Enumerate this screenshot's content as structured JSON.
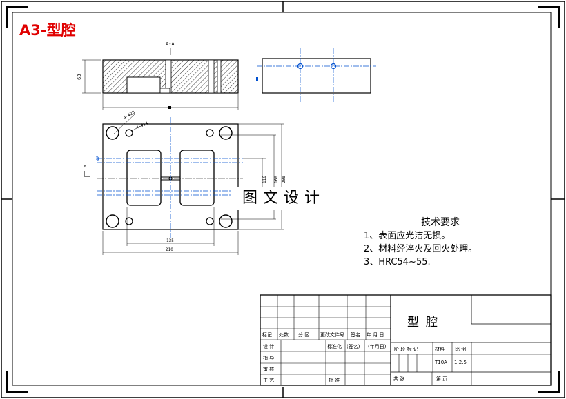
{
  "sheet": {
    "label": "A3-型腔"
  },
  "views": {
    "section_label": "A-A",
    "section_mark": "A"
  },
  "dimensions": {
    "height": "63",
    "width_total": "210",
    "width_inner": "135",
    "height_total": "200",
    "height_mid": "160",
    "height_inner": "116",
    "hole_small": "Φ8",
    "hole_a": "4-Φ28",
    "hole_b": "4-Φ14"
  },
  "watermark": "图文设计",
  "tech_requirements": {
    "heading": "技术要求",
    "items": [
      "1、表面应光洁无损。",
      "2、材料经淬火及回火处理。",
      "3、HRC54~55."
    ]
  },
  "title_block": {
    "part_name": "型腔",
    "material": "T10A",
    "scale": "1:2.5",
    "labels": {
      "mark": "标记",
      "count": "处数",
      "zone": "分 区",
      "doc_no": "更改文件号",
      "sign": "签名",
      "date": "年.月.日",
      "design": "设 计",
      "standardize": "标准化",
      "sig2": "(签名)",
      "date2": "(年月日)",
      "check": "指 导",
      "review": "审 核",
      "process": "工 艺",
      "approve": "批 准",
      "stage": "阶 段 标 记",
      "weight": "材料",
      "ratio": "比 例",
      "total": "共 张",
      "page": "第 页"
    }
  }
}
